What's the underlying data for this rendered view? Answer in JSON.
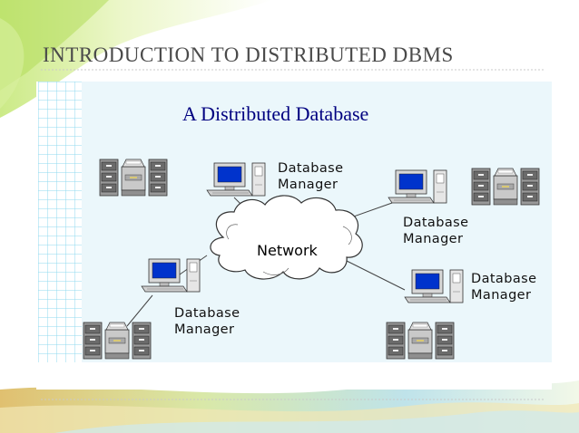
{
  "slide": {
    "title": "INTRODUCTION TO DISTRIBUTED DBMS"
  },
  "diagram": {
    "title": "A Distributed Database",
    "network_label": "Network",
    "nodes": [
      {
        "line1": "Database",
        "line2": "Manager"
      },
      {
        "line1": "Database",
        "line2": "Manager"
      },
      {
        "line1": "Database",
        "line2": "Manager"
      },
      {
        "line1": "Database",
        "line2": "Manager"
      }
    ]
  },
  "colors": {
    "panel_bg": "#ebf7fb",
    "title_text": "#000080",
    "screen": "#0033cc",
    "grid_line": "#8fd8ef"
  }
}
